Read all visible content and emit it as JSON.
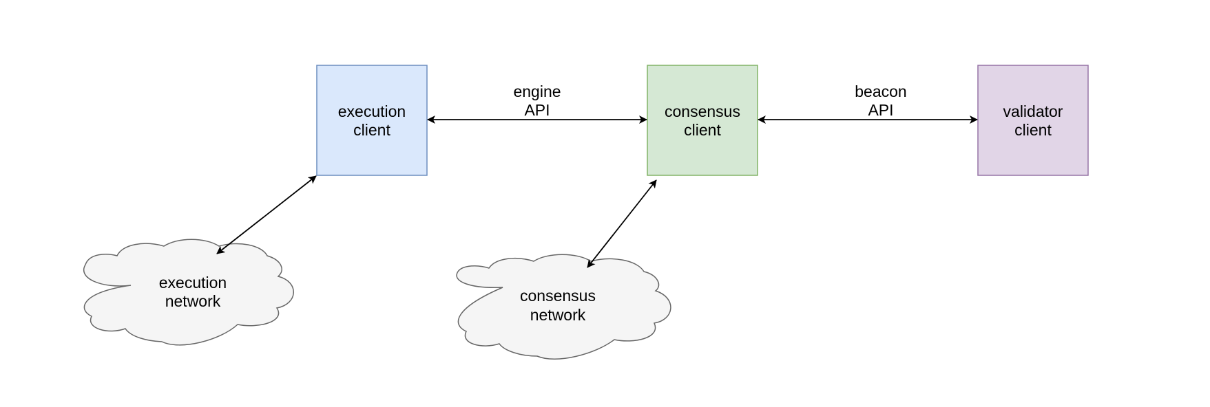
{
  "nodes": {
    "execution_client": {
      "line1": "execution",
      "line2": "client",
      "fill": "#dae8fc",
      "stroke": "#6c8ebf"
    },
    "consensus_client": {
      "line1": "consensus",
      "line2": "client",
      "fill": "#d5e8d4",
      "stroke": "#82b366"
    },
    "validator_client": {
      "line1": "validator",
      "line2": "client",
      "fill": "#e1d5e7",
      "stroke": "#9673a6"
    },
    "execution_network": {
      "line1": "execution",
      "line2": "network",
      "fill": "#f5f5f5",
      "stroke": "#666666"
    },
    "consensus_network": {
      "line1": "consensus",
      "line2": "network",
      "fill": "#f5f5f5",
      "stroke": "#666666"
    }
  },
  "edges": {
    "engine_api": {
      "line1": "engine",
      "line2": "API"
    },
    "beacon_api": {
      "line1": "beacon",
      "line2": "API"
    }
  }
}
